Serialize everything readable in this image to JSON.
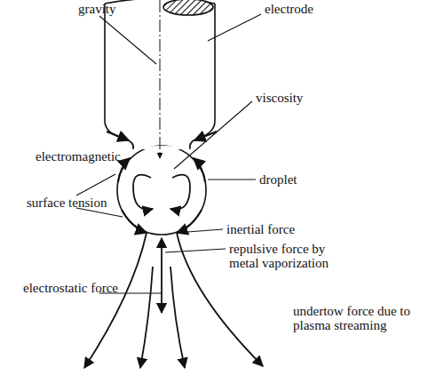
{
  "diagram": {
    "labels": [
      "gravity",
      "electrode",
      "viscosity",
      "electromagnetic",
      "droplet",
      "surface tension",
      "inertial force",
      "repulsive force by metal vaporization",
      "electrostatic force",
      "undertow force due to plasma streaming"
    ]
  }
}
